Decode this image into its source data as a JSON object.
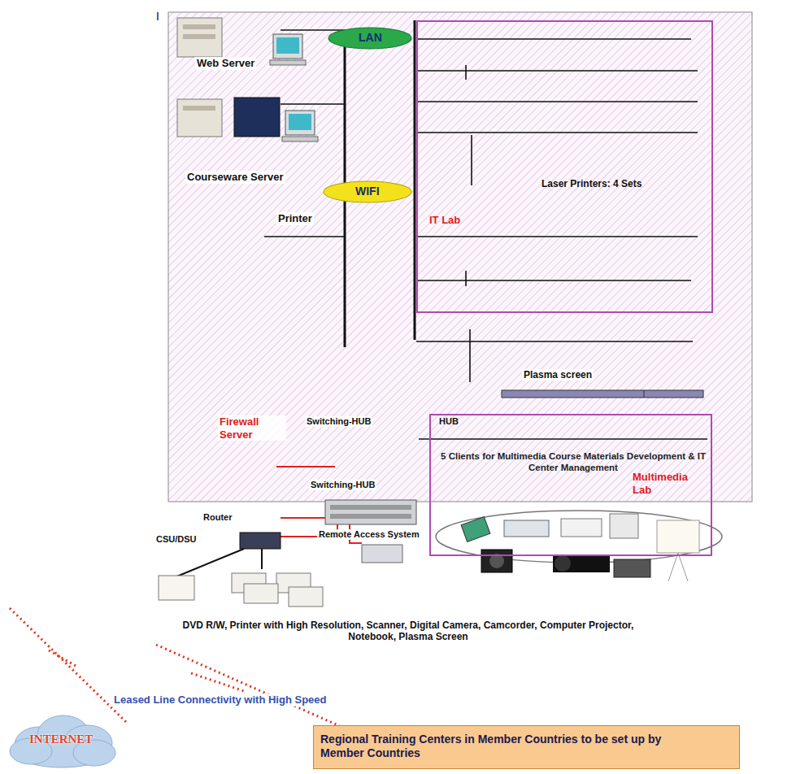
{
  "diagram": {
    "nodes": [
      {
        "text": [
          "IT Lab",
          "Laser Printers: 4 Sets"
        ]
      },
      {
        "text": [
          "LAN"
        ]
      },
      {
        "text": [
          "WIFI"
        ]
      },
      {
        "text": [
          "5 Clients for Multimedia Course Materials Development & IT Center Management",
          "Multimedia Lab"
        ]
      },
      {
        "text": [
          "INTERNET"
        ]
      },
      {
        "text": [
          "Regional Training Centers in Member Countries to be set up by Member Countries"
        ]
      }
    ],
    "labels": [
      "I",
      "Web Server",
      "Courseware Server",
      "Printer",
      "Plasma screen",
      "Firewall Server",
      "Switching-HUB",
      "HUB",
      "Switching-HUB",
      "Router",
      "CSU/DSU",
      "Remote Access System",
      "DVD R/W, Printer with High Resolution, Scanner, Digital Camera, Camcorder, Computer Projector, Notebook, Plasma Screen",
      "Leased Line Connectivity with High Speed"
    ]
  }
}
